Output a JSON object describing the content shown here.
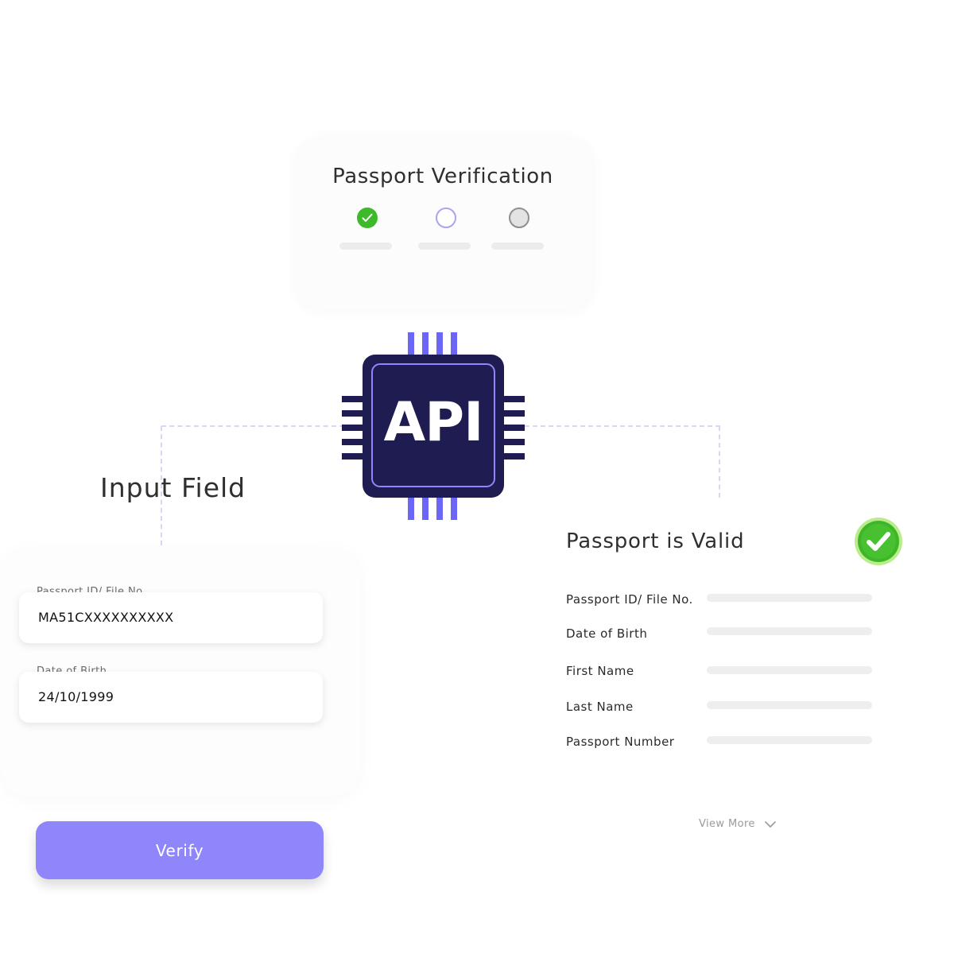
{
  "verification_card": {
    "title": "Passport Verification",
    "steps": [
      {
        "state": "complete",
        "icon": "check-icon"
      },
      {
        "state": "current"
      },
      {
        "state": "pending"
      }
    ]
  },
  "api_chip": {
    "label": "API",
    "icon": "chip-icon",
    "colors": {
      "body": "#1e1c50",
      "pins": "#6b66f5",
      "border": "#8f86fb"
    }
  },
  "input_section": {
    "heading": "Input Field",
    "fields": [
      {
        "label": "Passport ID/ File No.",
        "value": "MA51CXXXXXXXXXX"
      },
      {
        "label": "Date of Birth",
        "value": "24/10/1999"
      }
    ],
    "verify_button": "Verify"
  },
  "result_section": {
    "title": "Passport is Valid",
    "status_icon": "check-circle-icon",
    "rows": [
      {
        "label": "Passport ID/ File No."
      },
      {
        "label": "Date of Birth"
      },
      {
        "label": "First Name"
      },
      {
        "label": "Last Name"
      },
      {
        "label": "Passport Number"
      }
    ],
    "view_more": "View More"
  },
  "colors": {
    "accent": "#8f86fb",
    "success": "#3dba2a",
    "chip_dark": "#1e1c50"
  }
}
